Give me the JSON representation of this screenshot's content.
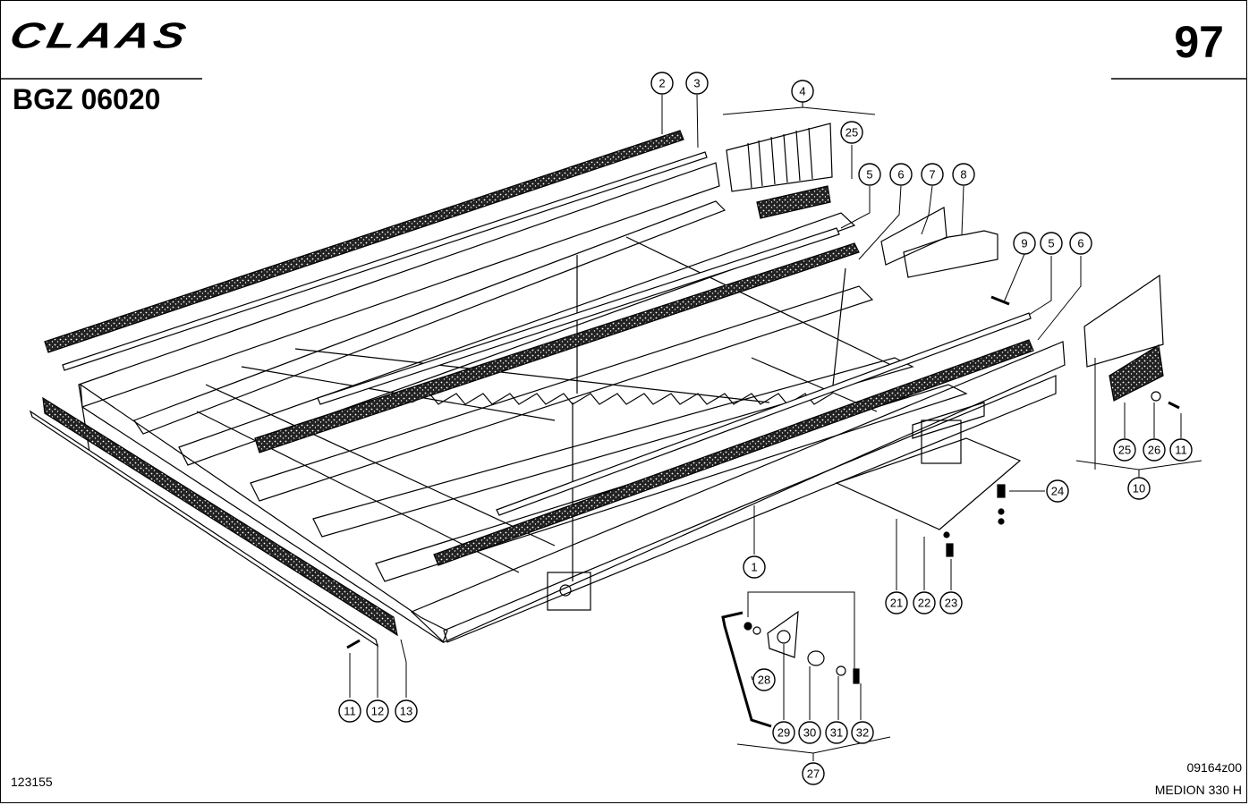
{
  "header": {
    "brand": "CLAAS",
    "page_number": "97",
    "doc_code": "BGZ 06020"
  },
  "footer": {
    "left_code": "123155",
    "drawing_code": "09164z00",
    "model": "MEDION 330 H"
  },
  "callouts": [
    {
      "id": "c2",
      "label": "2"
    },
    {
      "id": "c3",
      "label": "3"
    },
    {
      "id": "c4",
      "label": "4"
    },
    {
      "id": "c25a",
      "label": "25"
    },
    {
      "id": "c5a",
      "label": "5"
    },
    {
      "id": "c6a",
      "label": "6"
    },
    {
      "id": "c7",
      "label": "7"
    },
    {
      "id": "c8",
      "label": "8"
    },
    {
      "id": "c9",
      "label": "9"
    },
    {
      "id": "c5b",
      "label": "5"
    },
    {
      "id": "c6b",
      "label": "6"
    },
    {
      "id": "c25b",
      "label": "25"
    },
    {
      "id": "c26",
      "label": "26"
    },
    {
      "id": "c11a",
      "label": "11"
    },
    {
      "id": "c10",
      "label": "10"
    },
    {
      "id": "c24",
      "label": "24"
    },
    {
      "id": "c1",
      "label": "1"
    },
    {
      "id": "c21",
      "label": "21"
    },
    {
      "id": "c22",
      "label": "22"
    },
    {
      "id": "c23",
      "label": "23"
    },
    {
      "id": "c28",
      "label": "28"
    },
    {
      "id": "c29",
      "label": "29"
    },
    {
      "id": "c30",
      "label": "30"
    },
    {
      "id": "c31",
      "label": "31"
    },
    {
      "id": "c32",
      "label": "32"
    },
    {
      "id": "c27",
      "label": "27"
    },
    {
      "id": "c11b",
      "label": "11"
    },
    {
      "id": "c12",
      "label": "12"
    },
    {
      "id": "c13",
      "label": "13"
    }
  ]
}
